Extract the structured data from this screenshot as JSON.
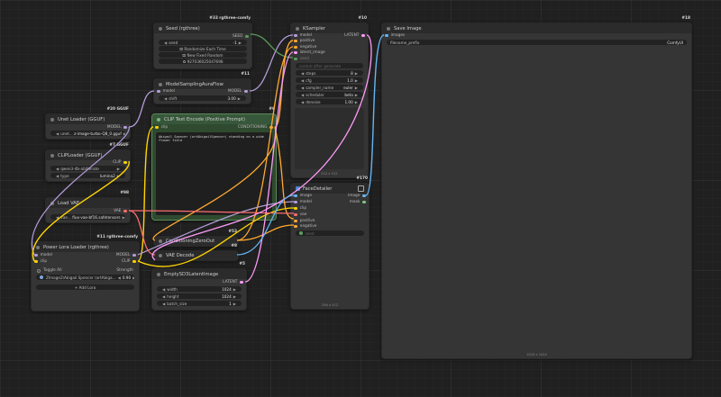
{
  "colors": {
    "model": "#b39ddb",
    "clip": "#ffd500",
    "vae": "#ff6e6e",
    "latent": "#ff9cf9",
    "conditioning": "#ffa931",
    "image": "#64b5f6",
    "int": "#5b9b5b",
    "clip_node_bg": "#2f4a2f",
    "clip_node_border": "#5a8a5a"
  },
  "nodes": {
    "seed": {
      "title": "Seed (rgthree)",
      "badge": "#33 rgthree-comfy",
      "output": "SEED",
      "widget_label": "seed",
      "widget_value": "-1",
      "btn_randomize": "Randomize Each Time",
      "btn_new_fixed": "New Fixed Random",
      "last_seed": "927036025047696"
    },
    "model_sampling": {
      "title": "ModelSamplingAuraFlow",
      "badge": "#11",
      "input_model": "model",
      "output_model": "MODEL",
      "widget_label": "shift",
      "widget_value": "3.00"
    },
    "unet_loader": {
      "title": "Unet Loader (GGUF)",
      "badge": "#20 GGUF",
      "output": "MODEL",
      "widget_label": "unet...",
      "widget_value": "z-image-turbo-Q8_0.gguf"
    },
    "clip_loader": {
      "title": "CLIPLoader (GGUF)",
      "badge": "#7 GGUF",
      "output": "CLIP",
      "widget1_value": "qwen3-4b-abliterate",
      "widget2_label": "type",
      "widget2_value": "lumina2"
    },
    "load_vae": {
      "title": "Load VAE",
      "badge": "#98",
      "output": "VAE",
      "widget_label": "vae...",
      "widget_value": "flux-vae-bf16.safetensors"
    },
    "lora_loader": {
      "title": "Power Lora Loader (rgthree)",
      "badge": "#11 rgthree-comfy",
      "input_model": "model",
      "input_clip": "clip",
      "output_model": "MODEL",
      "output_clip": "CLIP",
      "toggle_all": "Toggle All",
      "strength_label": "Strength",
      "lora_name": "ZImage2\\Abigail Spencer (ortAbiga...",
      "lora_strength": "0.90",
      "add_lora": "Add Lora"
    },
    "clip_text": {
      "title": "CLIP Text Encode (Positive Prompt)",
      "badge": "#6",
      "input": "clip",
      "output": "CONDITIONING",
      "prompt": "Abigail Spencer (ortAbigailSpencer) standing on a wide flower field"
    },
    "cond_zero": {
      "title": "ConditioningZeroOut",
      "badge": "#53"
    },
    "vae_decode": {
      "title": "VAE Decode",
      "badge": "#8"
    },
    "empty_latent": {
      "title": "EmptySD3LatentImage",
      "badge": "#5",
      "output": "LATENT",
      "width_label": "width",
      "width_value": "1024",
      "height_label": "height",
      "height_value": "1024",
      "batch_label": "batch_size",
      "batch_value": "1"
    },
    "ksampler": {
      "title": "KSampler",
      "badge": "#10",
      "output": "LATENT",
      "inputs": [
        "model",
        "positive",
        "negative",
        "latent_image"
      ],
      "seed_label": "seed",
      "control_label": "control after generate",
      "steps_label": "steps",
      "steps_value": "8",
      "cfg_label": "cfg",
      "cfg_value": "1.0",
      "sampler_label": "sampler_name",
      "sampler_value": "euler",
      "scheduler_label": "scheduler",
      "scheduler_value": "beta",
      "denoise_label": "denoise",
      "denoise_value": "1.00",
      "size": "512 x 512"
    },
    "face_detailer": {
      "title": "FaceDetailer",
      "badge": "#170",
      "inputs": [
        "image",
        "model",
        "clip",
        "vae",
        "positive",
        "negative"
      ],
      "outputs": [
        "image",
        "mask"
      ],
      "widget_disabled": "seed",
      "size": "256 x 512"
    },
    "save_image": {
      "title": "Save Image",
      "badge": "#18",
      "input": "images",
      "widget_label": "filename_prefix",
      "widget_value": "ComfyUI",
      "size": "1024 x 1024"
    }
  }
}
